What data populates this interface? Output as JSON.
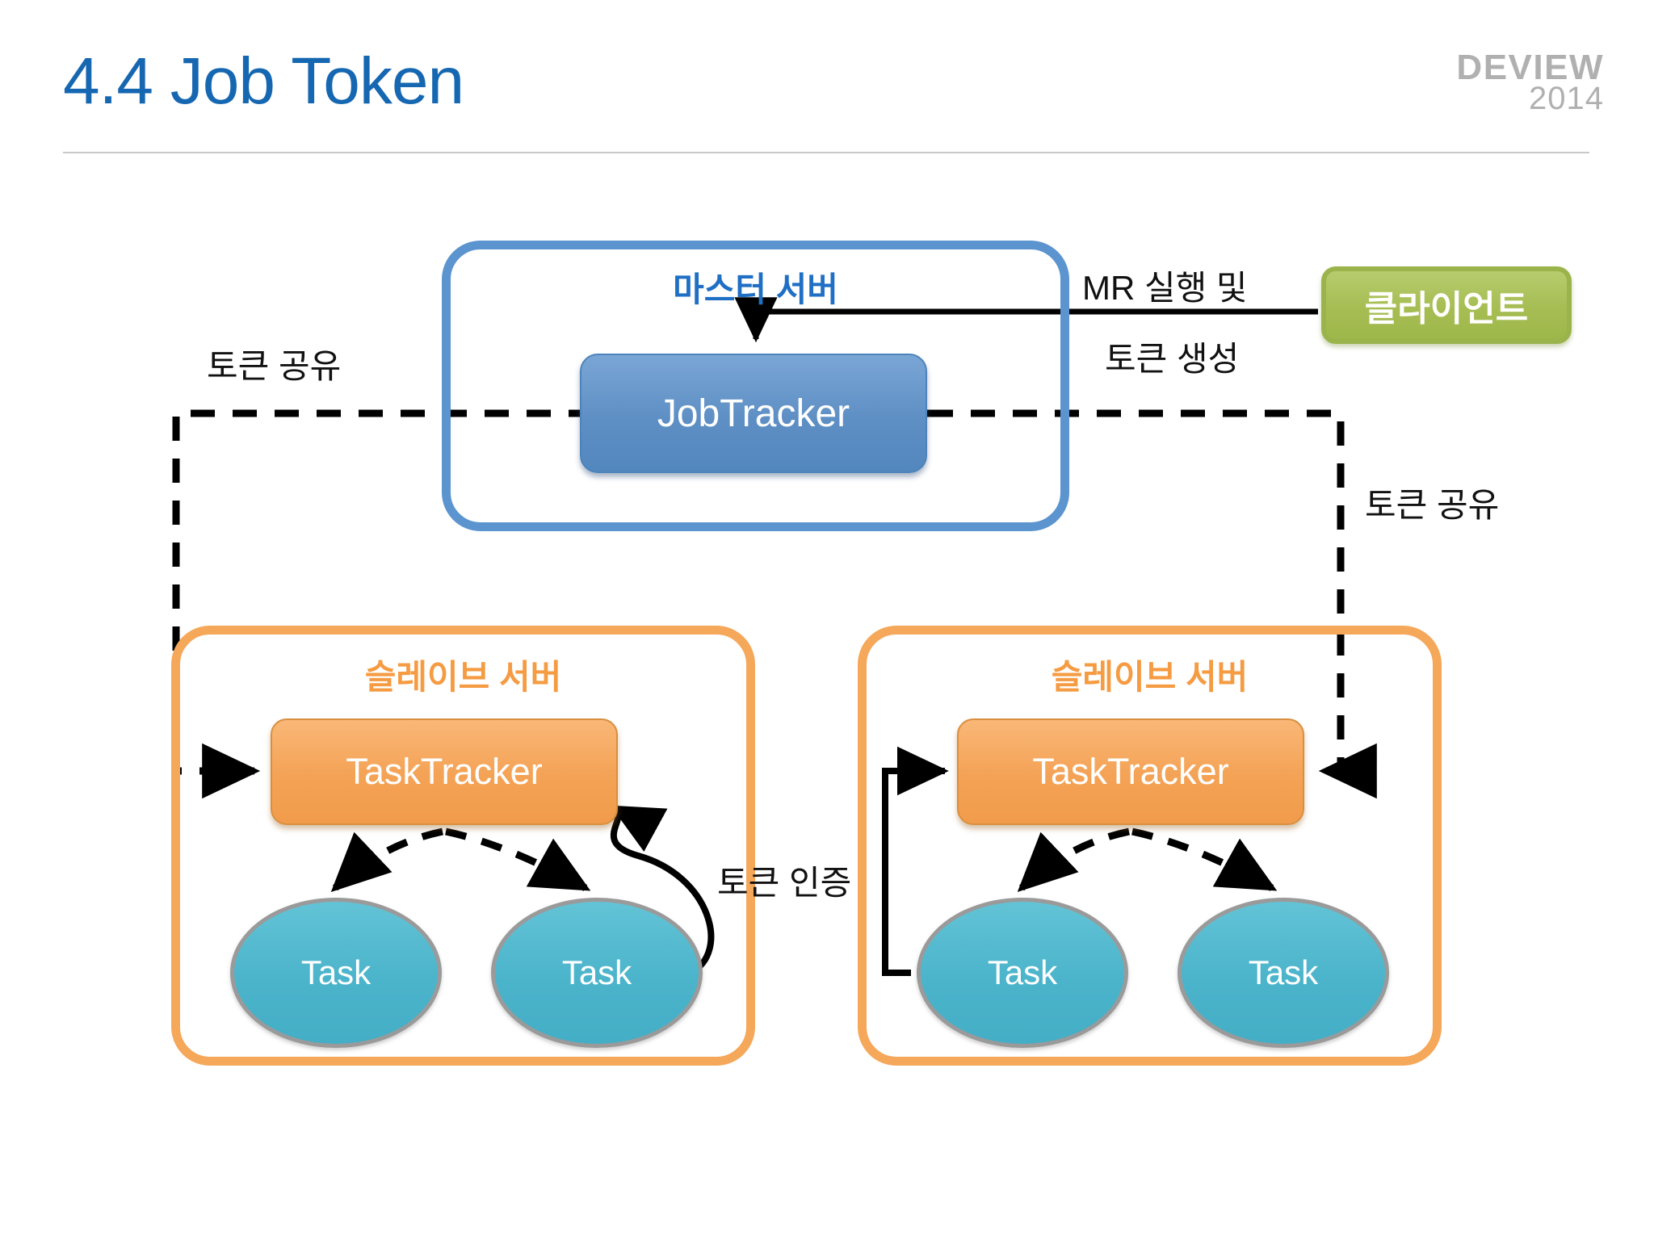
{
  "header": {
    "title": "4.4 Job Token",
    "logo_main": "DEVIEW",
    "logo_year": "2014",
    "title_color": "#1667B1",
    "logo_color": "#b0b0b0"
  },
  "diagram": {
    "type": "architecture-diagram",
    "containers": [
      {
        "id": "master-server",
        "label": "마스터 서버",
        "color": "#5B94CE",
        "label_color": "#1F6FC4"
      },
      {
        "id": "slave-server-left",
        "label": "슬레이브 서버",
        "color": "#F5A75A",
        "label_color": "#F59B42"
      },
      {
        "id": "slave-server-right",
        "label": "슬레이브 서버",
        "color": "#F5A75A",
        "label_color": "#F59B42"
      }
    ],
    "nodes": [
      {
        "id": "jobtracker",
        "label": "JobTracker",
        "shape": "rounded-rect",
        "color": "#5E8FC4"
      },
      {
        "id": "tasktracker-left",
        "label": "TaskTracker",
        "shape": "rounded-rect",
        "color": "#F4A255"
      },
      {
        "id": "tasktracker-right",
        "label": "TaskTracker",
        "shape": "rounded-rect",
        "color": "#F4A255"
      },
      {
        "id": "task-left-1",
        "label": "Task",
        "shape": "ellipse",
        "color": "#4BB4CB"
      },
      {
        "id": "task-left-2",
        "label": "Task",
        "shape": "ellipse",
        "color": "#4BB4CB"
      },
      {
        "id": "task-right-1",
        "label": "Task",
        "shape": "ellipse",
        "color": "#4BB4CB"
      },
      {
        "id": "task-right-2",
        "label": "Task",
        "shape": "ellipse",
        "color": "#4BB4CB"
      },
      {
        "id": "client",
        "label": "클라이언트",
        "shape": "rounded-rect",
        "color": "#A6BD53"
      }
    ],
    "edge_labels": {
      "token_share_left": "토큰 공유",
      "token_share_right": "토큰 공유",
      "mr_exec": "MR 실행 및",
      "token_create": "토큰 생성",
      "token_auth": "토큰 인증"
    }
  }
}
